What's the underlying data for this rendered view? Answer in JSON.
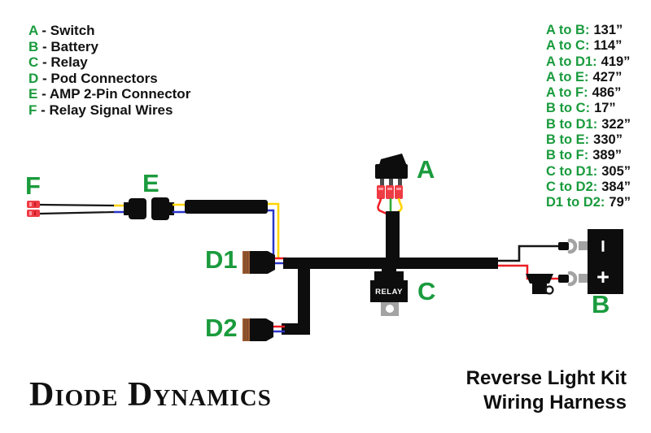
{
  "legend": {
    "separator": " - ",
    "items": [
      {
        "key": "A",
        "label": "Switch"
      },
      {
        "key": "B",
        "label": "Battery"
      },
      {
        "key": "C",
        "label": "Relay"
      },
      {
        "key": "D",
        "label": "Pod Connectors"
      },
      {
        "key": "E",
        "label": "AMP 2-Pin Connector"
      },
      {
        "key": "F",
        "label": "Relay Signal Wires"
      }
    ]
  },
  "measurements": [
    {
      "label": "A to B:",
      "value": "131”"
    },
    {
      "label": "A to C:",
      "value": "114”"
    },
    {
      "label": "A to D1:",
      "value": "419”"
    },
    {
      "label": "A to E:",
      "value": "427”"
    },
    {
      "label": "A to F:",
      "value": "486”"
    },
    {
      "label": "B to C:",
      "value": "17”"
    },
    {
      "label": "B to D1:",
      "value": "322”"
    },
    {
      "label": "B to E:",
      "value": "330”"
    },
    {
      "label": "B to F:",
      "value": "389”"
    },
    {
      "label": "C to D1:",
      "value": "305”"
    },
    {
      "label": "C to D2:",
      "value": "384”"
    },
    {
      "label": "D1 to D2:",
      "value": "79”"
    }
  ],
  "diagram": {
    "labels": {
      "a": "A",
      "b": "B",
      "c": "C",
      "d1": "D1",
      "d2": "D2",
      "e": "E",
      "f": "F"
    },
    "relay_text": "RELAY",
    "battery_negative": "−",
    "battery_positive": "+"
  },
  "footer": {
    "brand": "Diode Dynamics",
    "title_line1": "Reverse Light Kit",
    "title_line2": "Wiring Harness"
  },
  "colors": {
    "label_green": "#1a9b3d",
    "text_black": "#121212",
    "wire_red": "#ed1c24",
    "wire_yellow": "#ffd400",
    "wire_blue": "#2a35c9",
    "wire_green": "#2faa35",
    "wire_black": "#161616",
    "terminal_red": "#ee3b44",
    "connector_brown": "#9c5c33",
    "metal_gray": "#a3a3a3",
    "cable_black": "#0d0d0d"
  }
}
